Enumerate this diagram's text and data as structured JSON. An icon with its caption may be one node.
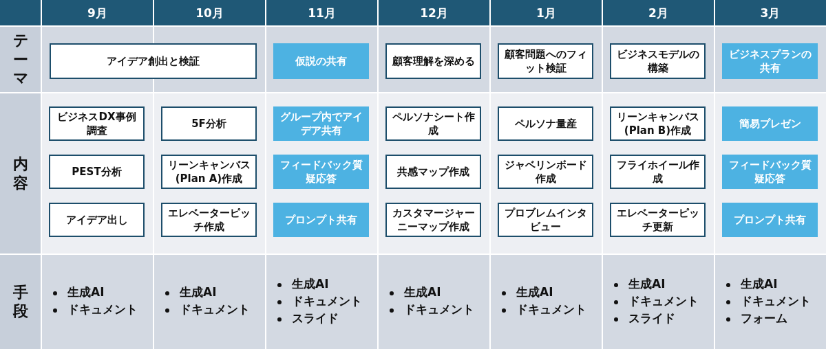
{
  "diagram": {
    "nodes": [
      {
        "text": [
          "アイデア創出と検証"
        ]
      },
      {
        "text": [
          "仮説の共有"
        ]
      },
      {
        "text": [
          "顧客理解を深める"
        ]
      },
      {
        "text": [
          "顧客問題へのフィット検証"
        ]
      },
      {
        "text": [
          "ビジネスモデルの構築"
        ]
      },
      {
        "text": [
          "ビジネスプランの共有"
        ]
      },
      {
        "text": [
          "ビジネスDX事例調査"
        ]
      },
      {
        "text": [
          "5F分析"
        ]
      },
      {
        "text": [
          "グループ内でアイデア共有"
        ]
      },
      {
        "text": [
          "ペルソナシート作成"
        ]
      },
      {
        "text": [
          "ペルソナ量産"
        ]
      },
      {
        "text": [
          "リーンキャンバス(Plan B)作成"
        ]
      },
      {
        "text": [
          "簡易プレゼン"
        ]
      },
      {
        "text": [
          "PEST分析"
        ]
      },
      {
        "text": [
          "リーンキャンバス(Plan A)作成"
        ]
      },
      {
        "text": [
          "フィードバック質疑応答"
        ]
      },
      {
        "text": [
          "共感マップ作成"
        ]
      },
      {
        "text": [
          "ジャベリンボード作成"
        ]
      },
      {
        "text": [
          "フライホイール作成"
        ]
      },
      {
        "text": [
          "フィードバック質疑応答"
        ]
      },
      {
        "text": [
          "アイデア出し"
        ]
      },
      {
        "text": [
          "エレベーターピッチ作成"
        ]
      },
      {
        "text": [
          "プロンプト共有"
        ]
      },
      {
        "text": [
          "カスタマージャーニーマップ作成"
        ]
      },
      {
        "text": [
          "プロブレムインタビュー"
        ]
      },
      {
        "text": [
          "エレベーターピッチ更新"
        ]
      },
      {
        "text": [
          "プロンプト共有"
        ]
      }
    ],
    "edges": [],
    "labels": [
      "9月",
      "10月",
      "11月",
      "12月",
      "1月",
      "2月",
      "3月",
      "テーマ",
      "内容",
      "手段",
      "生成AI",
      "ドキュメント",
      "生成AI",
      "ドキュメント",
      "生成AI",
      "ドキュメント",
      "スライド",
      "生成AI",
      "ドキュメント",
      "生成AI",
      "ドキュメント",
      "生成AI",
      "ドキュメント",
      "スライド",
      "生成AI",
      "ドキュメント",
      "フォーム"
    ]
  }
}
